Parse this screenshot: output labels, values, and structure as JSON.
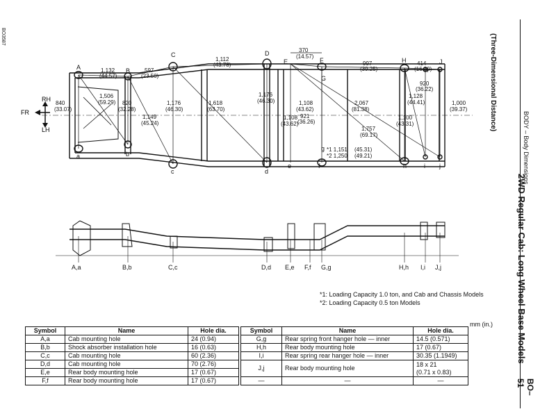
{
  "page": {
    "doc_id": "BO3587",
    "section": "BODY  –  Body Dimensions",
    "page_number": "BO–51",
    "title": "2WD Regular Cab: Long Wheel Base Models",
    "subtitle": "(Three-Dimensional Distance)"
  },
  "orientation": {
    "rh": "RH",
    "fr": "FR",
    "lh": "LH"
  },
  "points_top": [
    {
      "id": "A",
      "label": "A"
    },
    {
      "id": "a",
      "label": "a"
    },
    {
      "id": "B",
      "label": "B"
    },
    {
      "id": "b",
      "label": "b"
    },
    {
      "id": "C",
      "label": "C"
    },
    {
      "id": "c",
      "label": "c"
    },
    {
      "id": "D",
      "label": "D"
    },
    {
      "id": "d",
      "label": "d"
    },
    {
      "id": "E",
      "label": "E"
    },
    {
      "id": "e",
      "label": "e"
    },
    {
      "id": "F",
      "label": "F"
    },
    {
      "id": "f",
      "label": "f"
    },
    {
      "id": "G",
      "label": "G"
    },
    {
      "id": "g",
      "label": "g"
    },
    {
      "id": "H",
      "label": "H"
    },
    {
      "id": "h",
      "label": "h"
    },
    {
      "id": "I",
      "label": "I"
    },
    {
      "id": "i",
      "label": "i"
    },
    {
      "id": "J",
      "label": "J"
    },
    {
      "id": "j",
      "label": "j"
    }
  ],
  "dimensions": [
    {
      "value": "1,132",
      "inch": "(44.57)"
    },
    {
      "value": "597",
      "inch": "(23.50)"
    },
    {
      "value": "1,112",
      "inch": "(43.78)"
    },
    {
      "value": "370",
      "inch": "(14.57)"
    },
    {
      "value": "997",
      "inch": "(39.25)"
    },
    {
      "value": "414",
      "inch": "(16.30)"
    },
    {
      "value": "1,506",
      "inch": "(59.29)"
    },
    {
      "value": "840",
      "inch": "(33.07)"
    },
    {
      "value": "820",
      "inch": "(32.28)"
    },
    {
      "value": "1,176",
      "inch": "(46.30)"
    },
    {
      "value": "1,618",
      "inch": "(63.70)"
    },
    {
      "value": "1,176",
      "inch": "(46.30)"
    },
    {
      "value": "1,108",
      "inch": "(43.62)"
    },
    {
      "value": "921",
      "inch": "(36.26)"
    },
    {
      "value": "2,067",
      "inch": "(81.38)"
    },
    {
      "value": "1,128",
      "inch": "(44.41)"
    },
    {
      "value": "920",
      "inch": "(36.22)"
    },
    {
      "value": "1,000",
      "inch": "(39.37)"
    },
    {
      "value": "1,149",
      "inch": "(45.24)"
    },
    {
      "value": "1,108",
      "inch": "(43.62)"
    },
    {
      "value": "1,757",
      "inch": "(69.17)"
    },
    {
      "value": "1,100",
      "inch": "(43.31)"
    },
    {
      "value": "*1 1,151",
      "inch": "(45.31)"
    },
    {
      "value": "*2 1,250",
      "inch": "(49.21)"
    }
  ],
  "side_points": [
    "A,a",
    "B,b",
    "C,c",
    "D,d",
    "E,e",
    "F,f",
    "G,g",
    "H,h",
    "I,i",
    "J,j"
  ],
  "notes": [
    "*1:  Loading Capacity 1.0 ton, and Cab and Chassis Models",
    "*2:  Loading Capacity 0.5 ton Models"
  ],
  "unit": "mm (in.)",
  "table": {
    "headers": [
      "Symbol",
      "Name",
      "Hole dia.",
      "Symbol",
      "Name",
      "Hole dia."
    ],
    "left_rows": [
      {
        "symbol": "A,a",
        "name": "Cab mounting hole",
        "dia": "24 (0.94)"
      },
      {
        "symbol": "B,b",
        "name": "Shock absorber installation hole",
        "dia": "16 (0.63)"
      },
      {
        "symbol": "C,c",
        "name": "Cab mounting hole",
        "dia": "60 (2.36)"
      },
      {
        "symbol": "D,d",
        "name": "Cab mounting hole",
        "dia": "70 (2.76)"
      },
      {
        "symbol": "E,e",
        "name": "Rear body mounting hole",
        "dia": "17 (0.67)"
      },
      {
        "symbol": "F,f",
        "name": "Rear body mounting hole",
        "dia": "17 (0.67)"
      }
    ],
    "right_rows": [
      {
        "symbol": "G,g",
        "name": "Rear spring front hanger hole — inner",
        "dia": "14.5 (0.571)"
      },
      {
        "symbol": "H,h",
        "name": "Rear body mounting hole",
        "dia": "17 (0.67)"
      },
      {
        "symbol": "I,i",
        "name": "Rear spring rear hanger hole — inner",
        "dia": "30.35 (1.1949)"
      },
      {
        "symbol": "J,j",
        "name": "Rear body mounting hole",
        "dia": "18 x 21",
        "dia2": "(0.71 x 0.83)"
      },
      {
        "symbol": "—",
        "name": "—",
        "dia": "—"
      }
    ]
  }
}
